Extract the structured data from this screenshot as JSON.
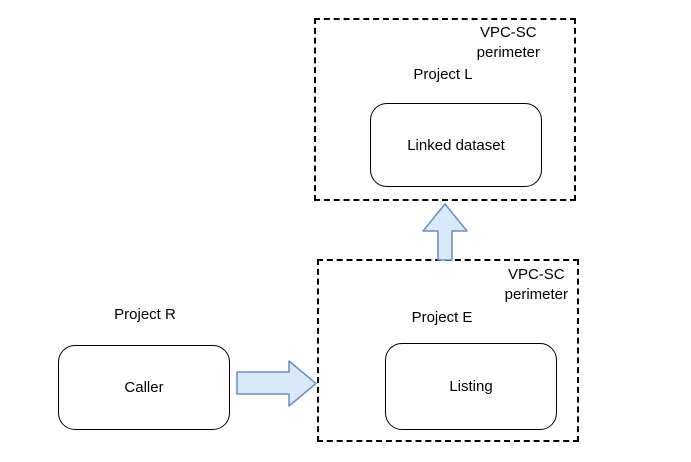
{
  "diagram": {
    "perimeter_top": {
      "title_line1": "VPC-SC",
      "title_line2": "perimeter",
      "project": "Project L",
      "node": "Linked dataset"
    },
    "perimeter_bottom": {
      "title_line1": "VPC-SC",
      "title_line2": "perimeter",
      "project": "Project E",
      "node": "Listing"
    },
    "external": {
      "project": "Project R",
      "node": "Caller"
    }
  },
  "colors": {
    "background": "#ffffff",
    "box_border": "#000000",
    "arrow_fill": "#dae8fc",
    "arrow_stroke": "#6c8ebf"
  }
}
